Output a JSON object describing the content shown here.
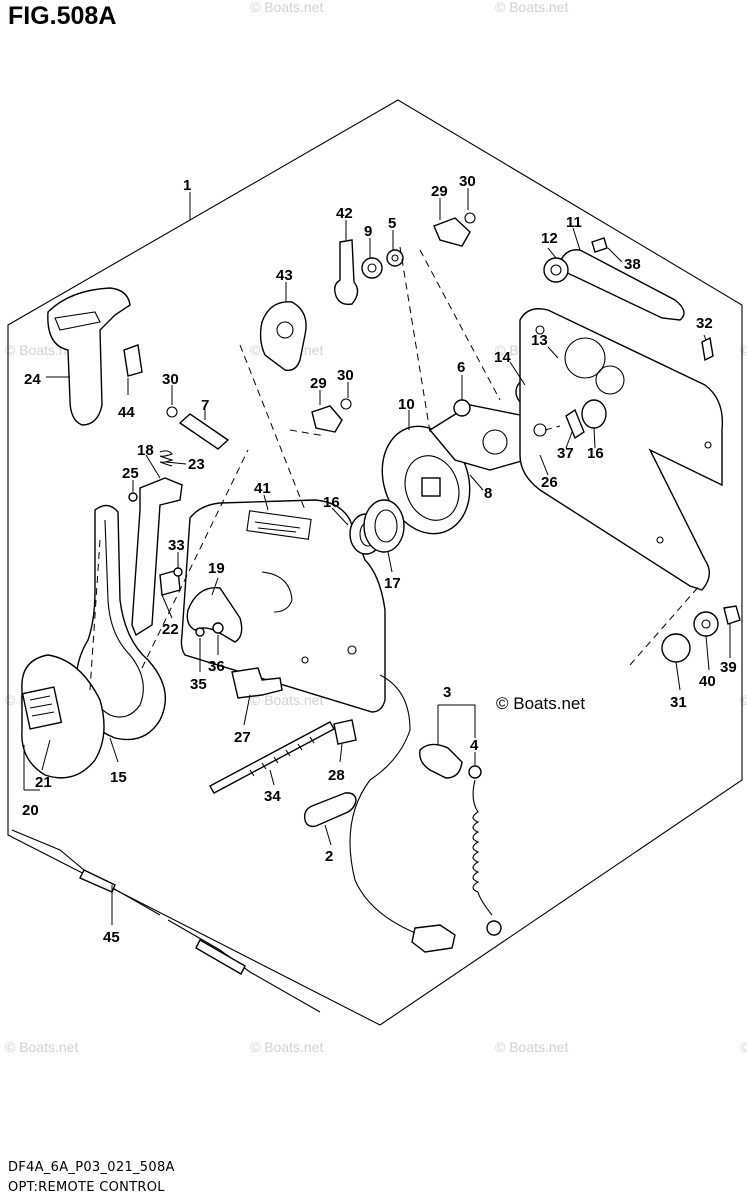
{
  "header": {
    "title": "FIG.508A"
  },
  "footer": {
    "code": "DF4A_6A_P03_021_508A",
    "name": "OPT:REMOTE CONTROL"
  },
  "watermark": "© Boats.net",
  "brand_label": "© Boats.net",
  "part_numbers": [
    "1",
    "2",
    "3",
    "4",
    "5",
    "6",
    "7",
    "8",
    "9",
    "10",
    "11",
    "12",
    "13",
    "14",
    "15",
    "16",
    "17",
    "18",
    "19",
    "20",
    "21",
    "22",
    "23",
    "24",
    "25",
    "26",
    "27",
    "28",
    "29",
    "30",
    "31",
    "32",
    "33",
    "34",
    "35",
    "36",
    "37",
    "38",
    "39",
    "40",
    "41",
    "42",
    "43",
    "44",
    "45"
  ],
  "callouts": {
    "n1": "1",
    "n2": "2",
    "n3": "3",
    "n4": "4",
    "n5": "5",
    "n6": "6",
    "n7": "7",
    "n8": "8",
    "n9": "9",
    "n10": "10",
    "n11": "11",
    "n12": "12",
    "n13": "13",
    "n14": "14",
    "n15": "15",
    "n16a": "16",
    "n16b": "16",
    "n17": "17",
    "n18": "18",
    "n19": "19",
    "n20": "20",
    "n21": "21",
    "n22": "22",
    "n23": "23",
    "n24": "24",
    "n25": "25",
    "n26": "26",
    "n27": "27",
    "n28": "28",
    "n29a": "29",
    "n29b": "29",
    "n30a": "30",
    "n30b": "30",
    "n30c": "30",
    "n31": "31",
    "n32": "32",
    "n33": "33",
    "n34": "34",
    "n35": "35",
    "n36": "36",
    "n37": "37",
    "n38": "38",
    "n39": "39",
    "n40": "40",
    "n41": "41",
    "n42": "42",
    "n43": "43",
    "n44": "44",
    "n45": "45"
  }
}
